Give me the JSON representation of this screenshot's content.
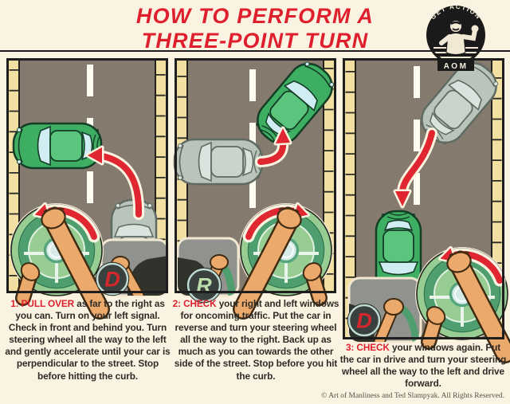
{
  "header": {
    "title_line1": "HOW TO PERFORM A",
    "title_line2": "THREE-POINT TURN",
    "logo": {
      "arc_text": "GET ACTION",
      "banner": "AOM"
    }
  },
  "panels": [
    {
      "step": 1,
      "gear": "D",
      "gear_color": "#D6282C",
      "lead": "1: PULL OVER",
      "body": " as far to the right as you can. Turn on your left signal. Check in front and behind you. Turn steering wheel all the way to the left and gently accelerate until your car is perpendicular to the street. Stop before hitting the curb."
    },
    {
      "step": 2,
      "gear": "R",
      "gear_color": "#BCDCAC",
      "lead": "2: CHECK",
      "body": " your right and left windows for oncoming traffic. Put the car in reverse and turn your steering wheel all the way to the right. Back up as much as you can towards the other side of the street. Stop before you hit the curb."
    },
    {
      "step": 3,
      "gear": "D",
      "gear_color": "#D6282C",
      "lead": "3: CHECK",
      "body": " your windows again. Put the car in drive and turn your steering wheel all the way to the left and drive forward."
    }
  ],
  "footer": {
    "copyright": "© Art of Manliness and Ted Slampyak. All Rights Reserved."
  },
  "colors": {
    "background": "#FAF3E1",
    "accent_red": "#DE1F2E",
    "arrow_red": "#E02630",
    "road": "#857A6E",
    "curb": "#F2DFA2",
    "lane_dash": "#FFFDF2",
    "car_green": "#3EAE63",
    "car_ghost": "#B9C5BB",
    "inset_green": "#97CD93",
    "badge_bg": "#3A403D",
    "skin": "#EBA96C"
  }
}
